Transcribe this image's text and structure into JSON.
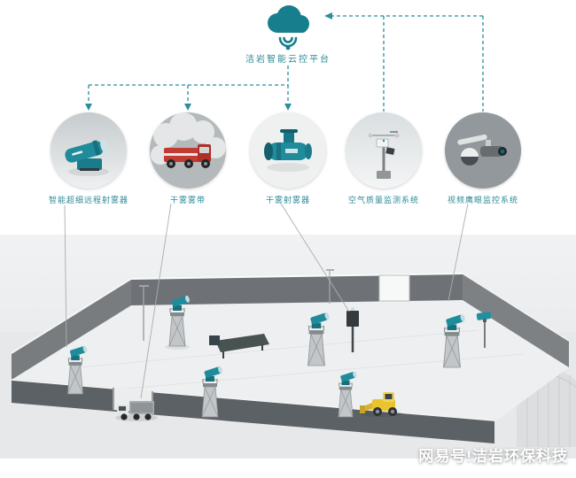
{
  "colors": {
    "accent_teal": "#1f8b9b",
    "label_teal": "#2e8b98",
    "connector_teal": "#2b8e9b",
    "scene_background": "#eceeef",
    "wall_gray": "#6e7276",
    "watermark_text": "#ffffff"
  },
  "cloud": {
    "icon": "cloud-wifi-icon",
    "label": "洁岩智能云控平台"
  },
  "devices": [
    {
      "label": "智能超细远程射雾器",
      "icon": "fog-cannon-photo"
    },
    {
      "label": "干雾雾带",
      "icon": "dry-fog-truck-photo"
    },
    {
      "label": "干雾射雾器",
      "icon": "dry-fog-sprayer-photo"
    },
    {
      "label": "空气质量监测系统",
      "icon": "air-quality-station-photo"
    },
    {
      "label": "视频鹰眼监控系统",
      "icon": "eagle-eye-camera-photo"
    }
  ],
  "watermark": {
    "text": "网易号!洁岩环保科技"
  }
}
